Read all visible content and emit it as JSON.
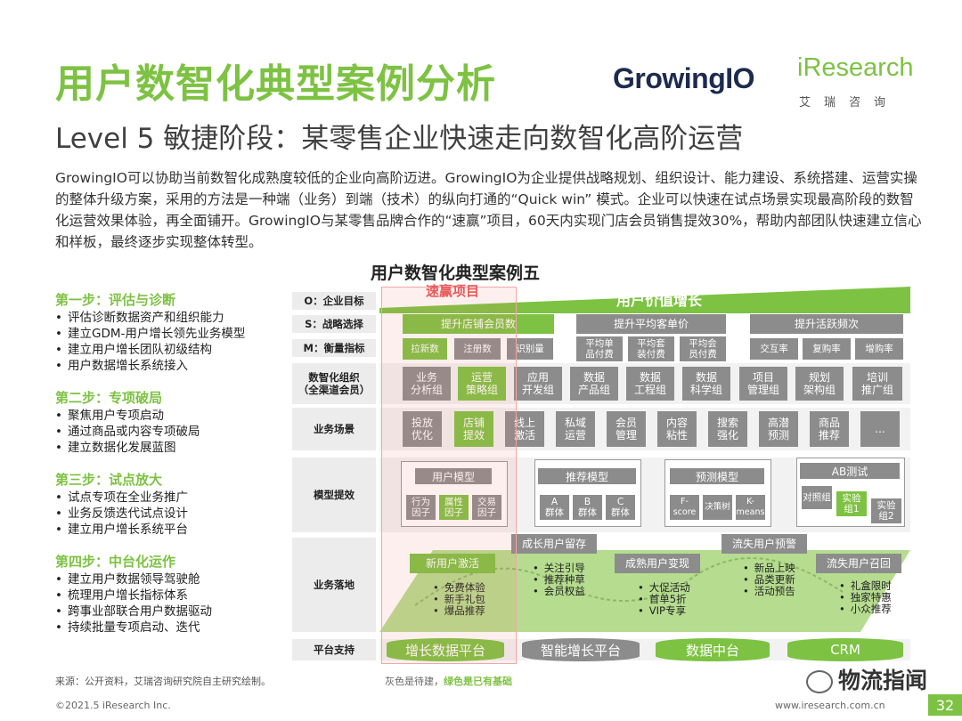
{
  "header": {
    "title": "用户数智化典型案例分析",
    "subtitle": "Level 5 敏捷阶段：某零售企业快速走向数智化高阶运营",
    "logo_growingio": "GrowingIO",
    "logo_iresearch": "iResearch",
    "logo_iresearch_sub": "艾瑞咨询"
  },
  "intro": "GrowingIO可以协助当前数智化成熟度较低的企业向高阶迈进。GrowingIO为企业提供战略规划、组织设计、能力建设、系统搭建、运营实操的整体升级方案，采用的方法是一种端（业务）到端（技术）的纵向打通的“Quick win” 模式。企业可以快速在试点场景实现最高阶段的数智化运营效果体验，再全面铺开。GrowingIO与某零售品牌合作的“速赢”项目，60天内实现门店会员销售提效30%，帮助内部团队快速建立信心和样板，最终逐步实现整体转型。",
  "case_title": "用户数智化典型案例五",
  "steps": [
    {
      "title": "第一步：评估与诊断",
      "items": [
        "评估诊断数据资产和组织能力",
        "建立GDM-用户增长领先业务模型",
        "建立用户增长团队初级结构",
        "用户数据增长系统接入"
      ]
    },
    {
      "title": "第二步：专项破局",
      "items": [
        "聚焦用户专项启动",
        "通过商品或内容专项破局",
        "建立数据化发展蓝图"
      ]
    },
    {
      "title": "第三步：试点放大",
      "items": [
        "试点专项在全业务推广",
        "业务反馈迭代试点设计",
        "建立用户增长系统平台"
      ]
    },
    {
      "title": "第四步：中台化运作",
      "items": [
        "建立用户数据领导驾驶舱",
        "梳理用户增长指标体系",
        "跨事业部联合用户数据驱动",
        "持续批量专项启动、迭代"
      ]
    }
  ],
  "diagram": {
    "quick_win_label": "速赢项目",
    "top_banner": "用户价值增长",
    "row_labels": {
      "o": "O：企业目标",
      "s": "S：战略选择",
      "m": "M：衡量指标",
      "org": "数智化组织\n（全渠道会员）",
      "scene": "业务场景",
      "model": "模型提效",
      "land": "业务落地",
      "platform": "平台支持"
    },
    "strategies": [
      "提升店铺会员数",
      "提升平均客单价",
      "提升活跃频次"
    ],
    "metrics": [
      "拉新数",
      "注册数",
      "识别量",
      "平均单\n品付费",
      "平均套\n装付费",
      "平均会\n员付费",
      "交互率",
      "复购率",
      "增购率"
    ],
    "orgs": [
      "业务\n分析组",
      "运营\n策略组",
      "应用\n开发组",
      "数据\n产品组",
      "数据\n工程组",
      "数据\n科学组",
      "项目\n管理组",
      "规划\n架构组",
      "培训\n推广组"
    ],
    "scenes": [
      "投放\n优化",
      "店铺\n提效",
      "线上\n激活",
      "私域\n运营",
      "会员\n管理",
      "内容\n粘性",
      "搜索\n强化",
      "高潜\n预测",
      "商品\n推荐",
      "..."
    ],
    "models": [
      {
        "name": "用户模型",
        "subs": [
          "行为\n因子",
          "属性\n因子",
          "交易\n因子"
        ]
      },
      {
        "name": "推荐模型",
        "subs": [
          "A\n群体",
          "B\n群体",
          "C\n群体"
        ]
      },
      {
        "name": "预测模型",
        "subs": [
          "F-\nscore",
          "决策树",
          "K-\nmeans"
        ]
      },
      {
        "name": "AB测试",
        "subs": [
          "对照组",
          "实验\n组1",
          "实验\n组2"
        ]
      }
    ],
    "stages": [
      "新用户激活",
      "成长用户留存",
      "成熟用户变现",
      "流失用户预警",
      "流失用户召回"
    ],
    "stage_bullets": [
      [
        "免费体验",
        "新手礼包",
        "爆品推荐"
      ],
      [
        "关注引导",
        "推荐种草",
        "会员权益"
      ],
      [
        "大促活动",
        "首单5折",
        "VIP专享"
      ],
      [
        "新品上映",
        "品类更新",
        "活动预告"
      ],
      [
        "礼盒限时",
        "独家特惠",
        "小众推荐"
      ]
    ],
    "platforms": [
      "增长数据平台",
      "智能增长平台",
      "数据中台",
      "CRM"
    ]
  },
  "footer": {
    "source": "来源：公开资料，艾瑞咨询研究院自主研究绘制。",
    "legend_gray": "灰色是待建，",
    "legend_green": "绿色是已有基础",
    "copyright": "©2021.5 iResearch Inc.",
    "url": "www.iresearch.com.cn",
    "page": "32",
    "wechat": "物流指闻"
  },
  "colors": {
    "brand_green": "#7dc242",
    "gray_box": "#8c8c8c",
    "highlight_red": "#e85a5a"
  }
}
